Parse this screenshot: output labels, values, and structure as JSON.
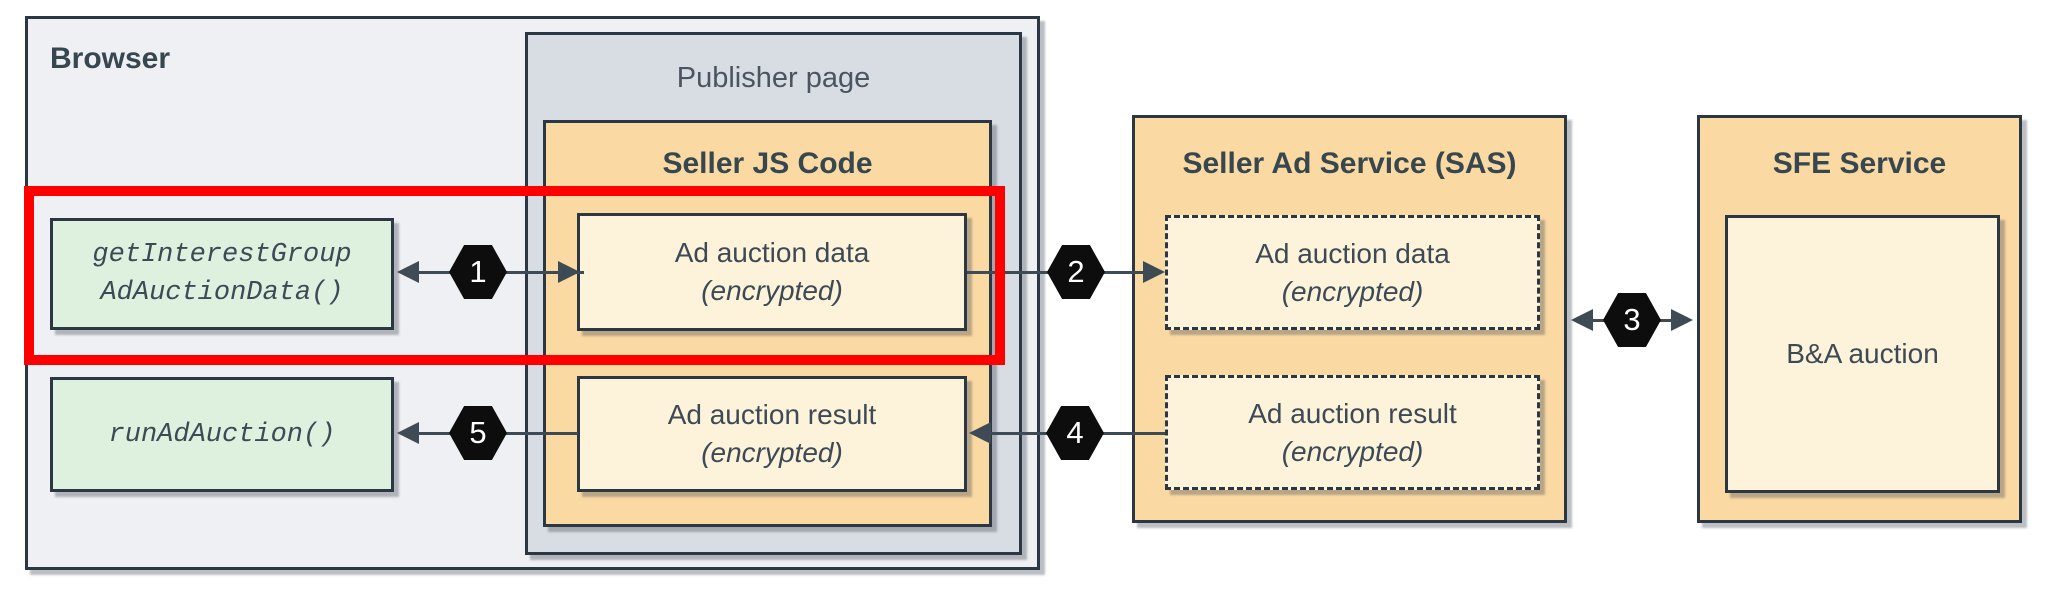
{
  "diagram": {
    "browser": {
      "title": "Browser"
    },
    "publisher_page": {
      "title": "Publisher page"
    },
    "seller_js": {
      "title": "Seller JS Code",
      "ad_auction_data": {
        "line1": "Ad auction data",
        "line2": "(encrypted)"
      },
      "ad_auction_result": {
        "line1": "Ad auction result",
        "line2": "(encrypted)"
      }
    },
    "browser_apis": {
      "get_interest_group": {
        "line1": "getInterestGroup",
        "line2": "AdAuctionData()"
      },
      "run_ad_auction": {
        "label": "runAdAuction()"
      }
    },
    "sas": {
      "title": "Seller Ad Service (SAS)",
      "ad_auction_data": {
        "line1": "Ad auction data",
        "line2": "(encrypted)"
      },
      "ad_auction_result": {
        "line1": "Ad auction result",
        "line2": "(encrypted)"
      }
    },
    "sfe": {
      "title": "SFE Service",
      "ba_auction": {
        "label": "B&A auction"
      }
    },
    "steps": {
      "s1": "1",
      "s2": "2",
      "s3": "3",
      "s4": "4",
      "s5": "5"
    },
    "colors": {
      "highlight_red": "#ff0000",
      "container_orange": "#fbd9a2",
      "inner_cream": "#fdf3da",
      "api_green": "#def1df",
      "publisher_gray": "#d8dde3",
      "browser_gray": "#eef0f3",
      "ink": "#37474f",
      "badge_black": "#0d0d0d",
      "line": "#3e4a54"
    }
  }
}
